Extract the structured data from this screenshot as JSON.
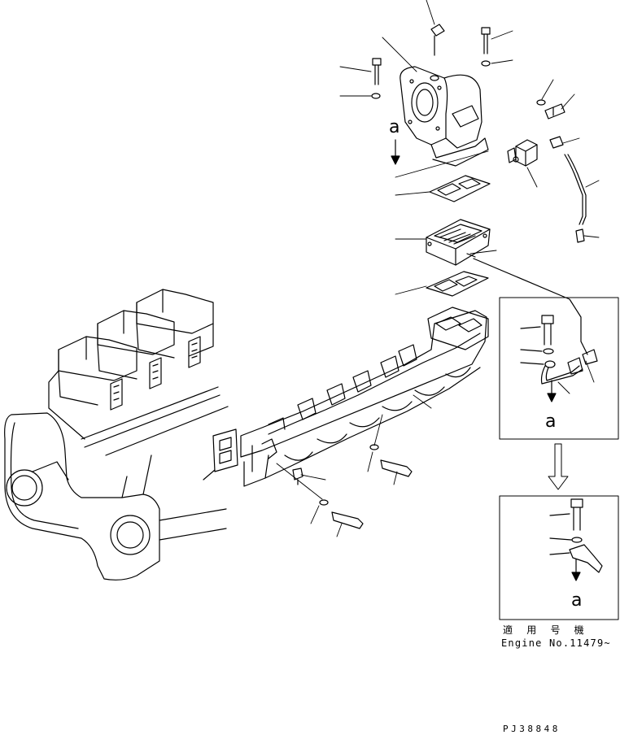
{
  "diagram": {
    "view_labels": {
      "main_arrow": "a",
      "detail_before_arrow": "a",
      "detail_after_arrow": "a"
    },
    "caption": {
      "applicable_serial_jp": "適 用 号 機",
      "engine_serial": "Engine No.11479~"
    },
    "figure_code": "PJ38848"
  }
}
